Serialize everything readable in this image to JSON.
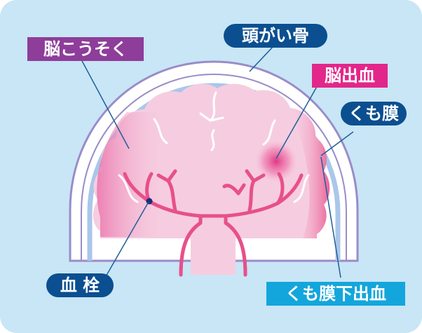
{
  "colors": {
    "background": "#c8e6f5",
    "skull_fill": "#ffffff",
    "skull_outline": "#9a8cc8",
    "membrane": "#a9c7ea",
    "brain_base": "#f6cde0",
    "brain_highlight": "#e85a9a",
    "vessel": "#e8508a",
    "label_purple": "#8e3d9a",
    "label_navy": "#0b4f90",
    "label_magenta": "#e3268a",
    "label_cyan": "#13a6dc",
    "callout_line": "#1e5f9c",
    "clot_dot": "#1a2d78"
  },
  "icons": {
    "clot": "dot-marker",
    "bleed": "radial-glow"
  },
  "labels": {
    "stroke_infarction": "脳こうそく",
    "skull": "頭がい骨",
    "cerebral_hemorrhage": "脳出血",
    "arachnoid": "くも膜",
    "thrombus": "血 栓",
    "subarachnoid_hemorrhage": "くも膜下出血"
  }
}
